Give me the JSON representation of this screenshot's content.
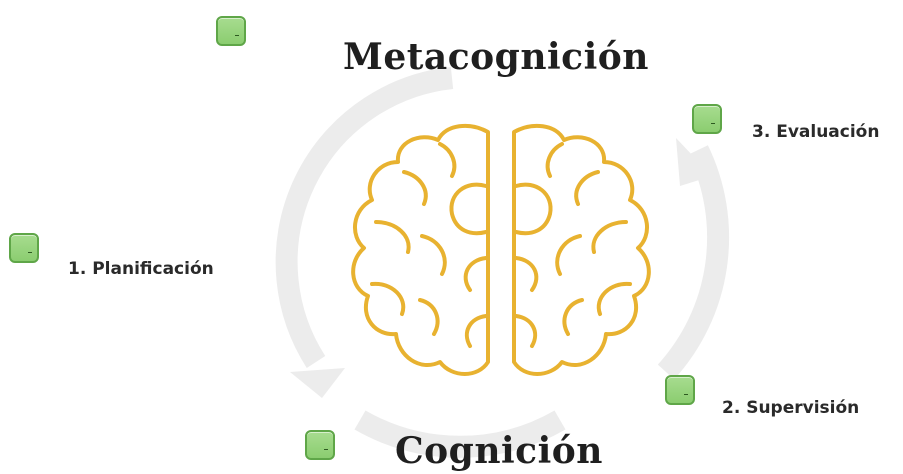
{
  "diagram": {
    "title_top": "Metacognición",
    "title_bottom": "Cognición",
    "steps": [
      {
        "label": "1. Planificación"
      },
      {
        "label": "2. Supervisión"
      },
      {
        "label": "3. Evaluación"
      }
    ]
  },
  "colors": {
    "brain_stroke": "#e8b230",
    "cycle_arrow": "#ececec",
    "marker_fill": "#9bd67f",
    "marker_border": "#5fa648",
    "title_text": "#1f1f1f",
    "label_text": "#2a2a2a"
  },
  "icons": {
    "brain": "brain-icon",
    "cycle": "cycle-arrows"
  }
}
